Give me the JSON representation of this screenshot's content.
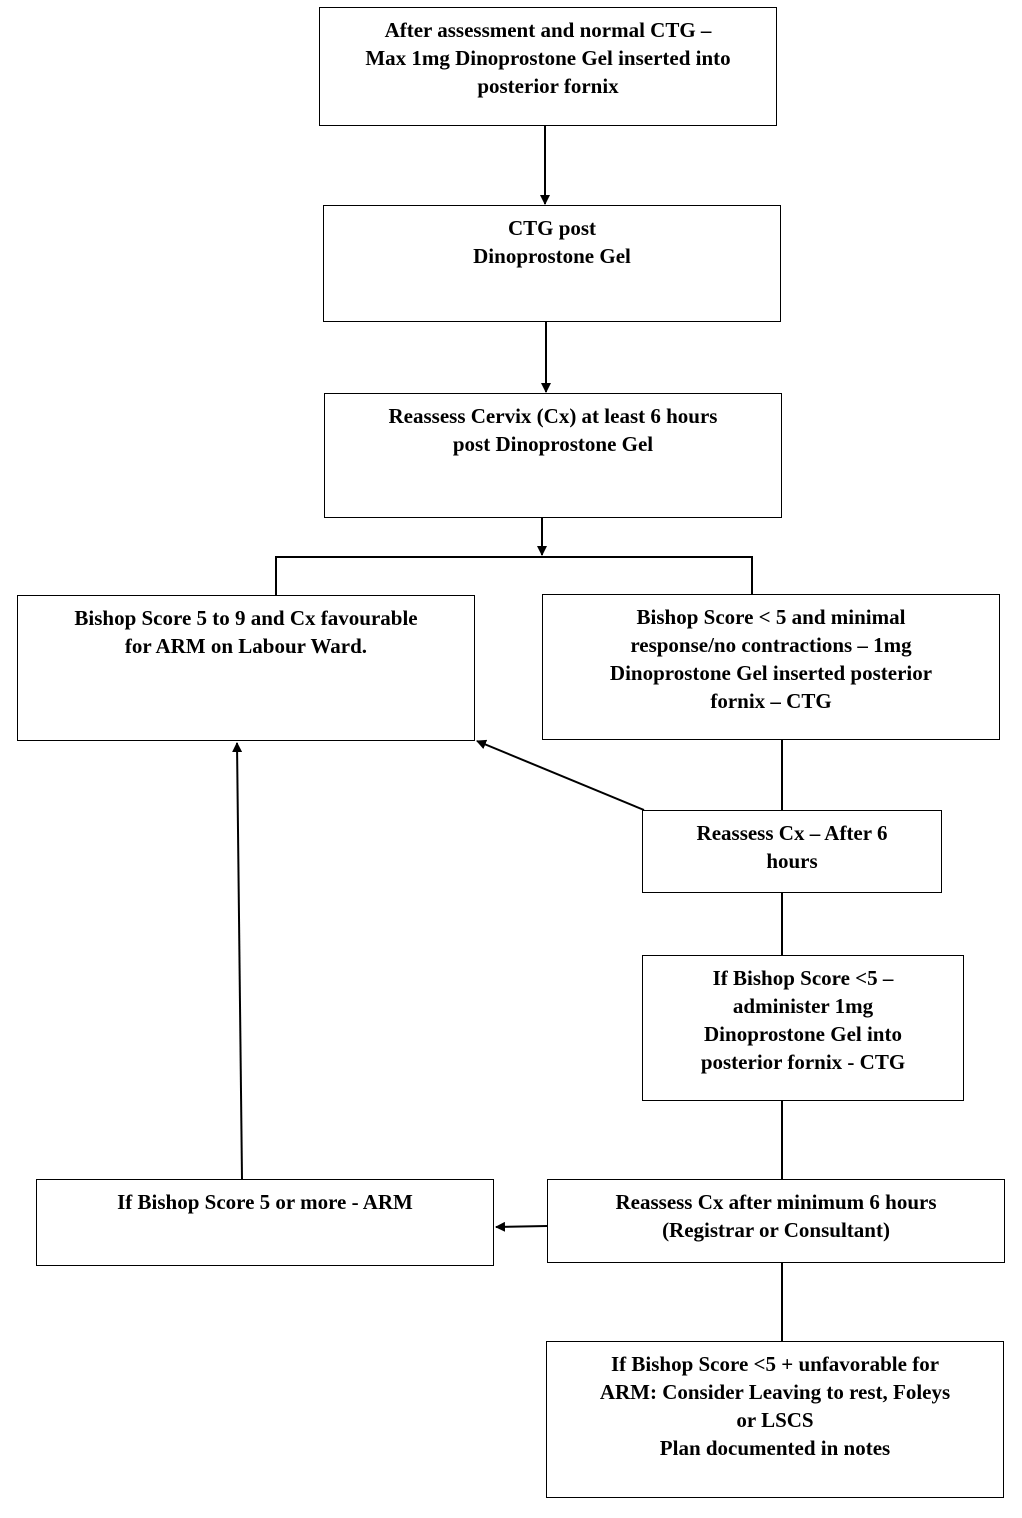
{
  "boxes": {
    "start": [
      "After assessment and normal CTG –",
      "Max 1mg Dinoprostone Gel inserted into",
      "posterior fornix"
    ],
    "ctg_post": [
      "CTG  post",
      "Dinoprostone Gel"
    ],
    "reassess_6h": [
      "Reassess Cervix (Cx) at least 6 hours",
      "post Dinoprostone Gel"
    ],
    "favourable": [
      "Bishop Score 5 to 9 and Cx favourable",
      "for ARM on Labour Ward."
    ],
    "minimal_response": [
      "Bishop Score < 5 and minimal",
      "response/no contractions – 1mg",
      "Dinoprostone Gel inserted posterior",
      "fornix – CTG"
    ],
    "reassess_after_6": [
      "Reassess Cx – After 6",
      "hours"
    ],
    "if_less_5": [
      "If Bishop Score <5 –",
      "administer 1mg",
      "Dinoprostone Gel into",
      "posterior fornix - CTG"
    ],
    "if_5_more": [
      "If Bishop Score 5 or more - ARM"
    ],
    "reassess_min_6": [
      "Reassess Cx after minimum 6 hours",
      "(Registrar or Consultant)"
    ],
    "unfavorable": [
      "If Bishop Score <5 + unfavorable for",
      "ARM: Consider Leaving to rest, Foleys",
      "or LSCS",
      "Plan documented in notes"
    ]
  }
}
